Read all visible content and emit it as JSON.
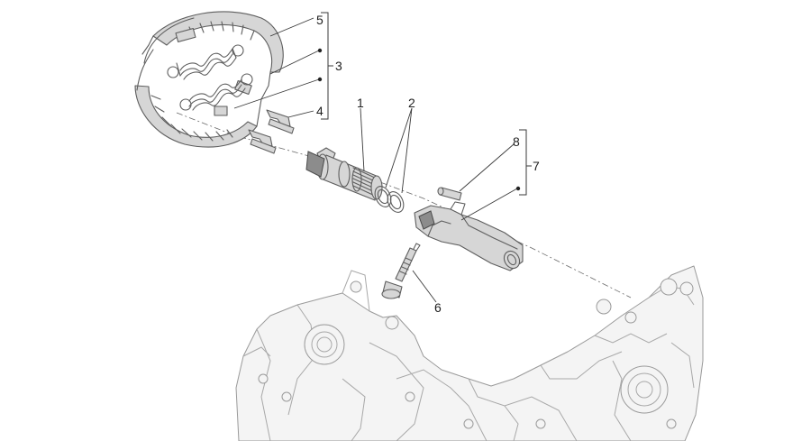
{
  "callouts": {
    "c1": "1",
    "c2": "2",
    "c3": "3",
    "c4": "4",
    "c5": "5",
    "c6": "6",
    "c7": "7",
    "c8": "8"
  },
  "colors": {
    "line": "#5e5e5e",
    "part_fill": "#d6d6d6",
    "ghost_fill": "#f4f4f4",
    "text": "#1e1e1e"
  }
}
